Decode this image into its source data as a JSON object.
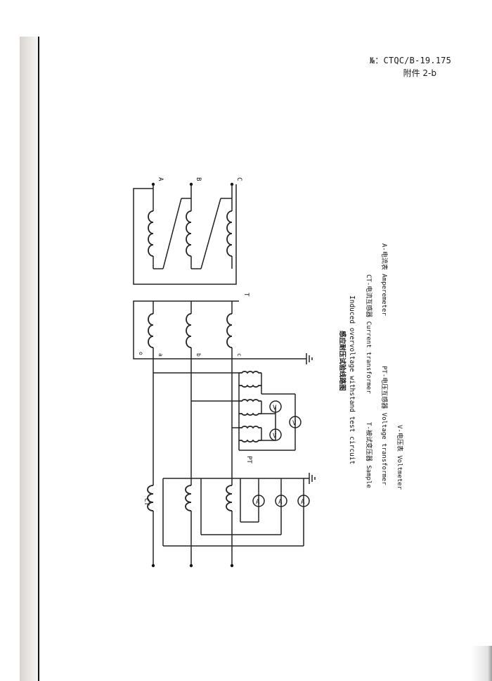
{
  "header": {
    "doc_number": "№：CTQC/B-19.175",
    "attachment": "附件 2-b"
  },
  "diagram": {
    "title_cn": "感应耐压试验线路图",
    "title_en": "Induced overvoltage withstand test circuit",
    "legend": [
      "T-被试变压器 Sample",
      "CT-电流互感器 Current transformer",
      "PT-电压互感器 Voltage transformer",
      "A-电流表 Amperemeter",
      "V-电压表 Voltmeter"
    ],
    "labels": {
      "terminal_A": "A",
      "terminal_B": "B",
      "terminal_C": "C",
      "transformer": "T",
      "terminal_o": "o",
      "terminal_a": "a",
      "terminal_b": "b",
      "terminal_c": "c",
      "pt": "PT",
      "ct": "CT",
      "voltmeter": "V",
      "ammeter": "A"
    }
  }
}
